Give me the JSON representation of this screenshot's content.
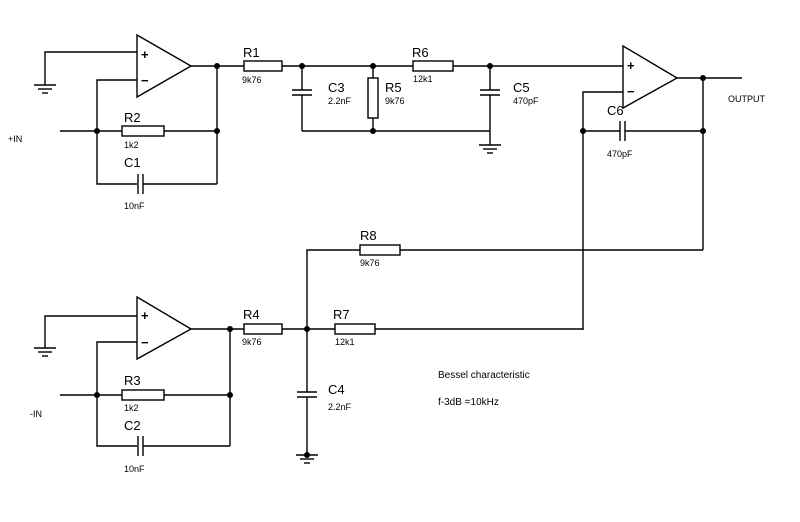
{
  "components": {
    "R1": {
      "ref": "R1",
      "value": "9k76"
    },
    "R2": {
      "ref": "R2",
      "value": "1k2"
    },
    "R3": {
      "ref": "R3",
      "value": "1k2"
    },
    "R4": {
      "ref": "R4",
      "value": "9k76"
    },
    "R5": {
      "ref": "R5",
      "value": "9k76"
    },
    "R6": {
      "ref": "R6",
      "value": "12k1"
    },
    "R7": {
      "ref": "R7",
      "value": "12k1"
    },
    "R8": {
      "ref": "R8",
      "value": "9k76"
    },
    "C1": {
      "ref": "C1",
      "value": "10nF"
    },
    "C2": {
      "ref": "C2",
      "value": "10nF"
    },
    "C3": {
      "ref": "C3",
      "value": "2.2nF"
    },
    "C4": {
      "ref": "C4",
      "value": "2.2nF"
    },
    "C5": {
      "ref": "C5",
      "value": "470pF"
    },
    "C6": {
      "ref": "C6",
      "value": "470pF"
    }
  },
  "ports": {
    "in_pos": "+IN",
    "in_neg": "-IN",
    "output": "OUTPUT"
  },
  "opamp": {
    "plus": "+",
    "minus": "−"
  },
  "notes": {
    "characteristic": "Bessel characteristic",
    "cutoff": "f-3dB =10kHz"
  }
}
